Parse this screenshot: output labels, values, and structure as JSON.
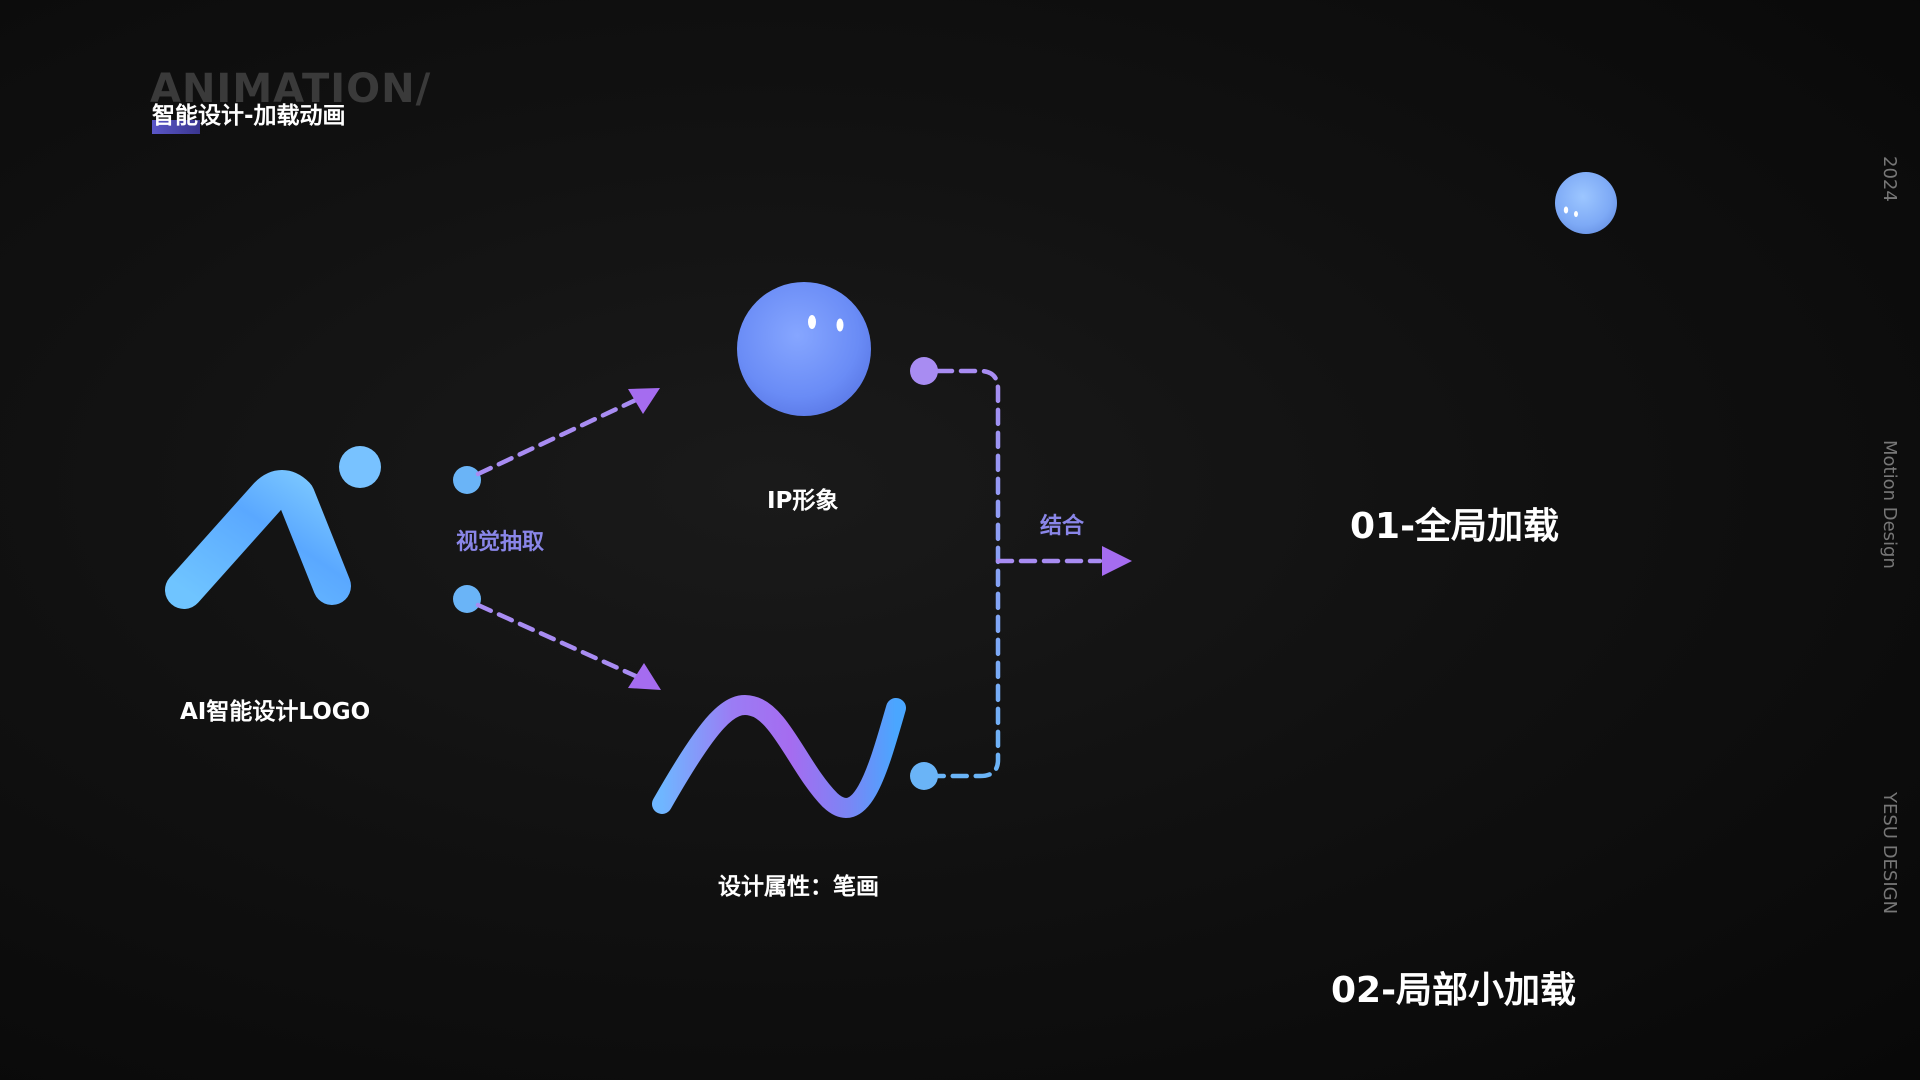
{
  "header": {
    "watermark": "ANIMATION/",
    "title": "智能设计-加载动画"
  },
  "side": {
    "year": "2024",
    "motion": "Motion Design",
    "brand": "YESU DESIGN"
  },
  "nodes": {
    "logo_label": "AI智能设计LOGO",
    "ip_label": "IP形象",
    "stroke_label": "设计属性：笔画"
  },
  "edges": {
    "extract_label": "视觉抽取",
    "combine_label": "结合"
  },
  "outputs": {
    "global": "01-全局加载",
    "local": "02-局部小加载"
  },
  "colors": {
    "blue": "#69b8ff",
    "purple": "#a56cf0",
    "sphere_blue": "#6e8ef8",
    "dash_purple": "#a88cf2",
    "dash_blue": "#6ab4f7"
  },
  "icons": {
    "logo": "ai-logo-icon",
    "ip": "ip-sphere-icon",
    "stroke": "wave-stroke-icon",
    "small_ip": "small-sphere-icon"
  }
}
